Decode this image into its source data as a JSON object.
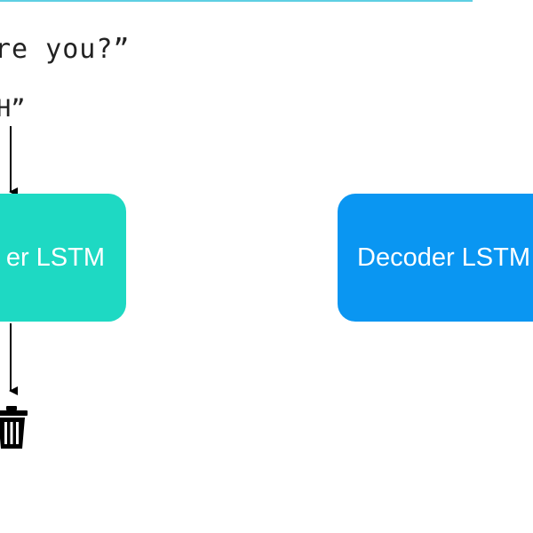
{
  "input_sentence": "re you?”",
  "hidden_state_label": "H”",
  "encoder": {
    "label": "er LSTM",
    "color": "#1ed9c3"
  },
  "decoder": {
    "label": "Decoder LSTM",
    "color": "#0a96f2"
  },
  "top_line_color": "#5ecfe3",
  "icons": {
    "discard": "trash-can-icon"
  }
}
